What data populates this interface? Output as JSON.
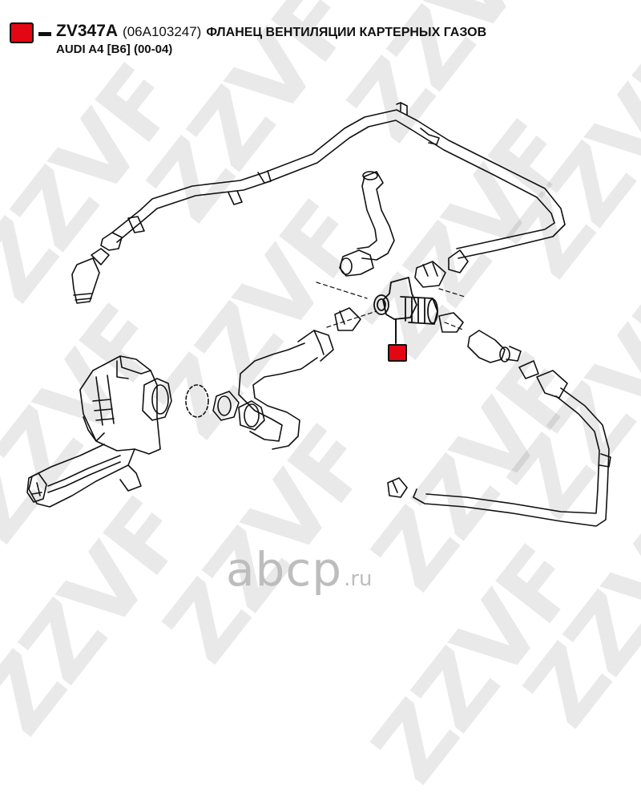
{
  "header": {
    "part_code": "ZV347A",
    "oem_number": "(06A103247)",
    "part_name": "ФЛАНЕЦ ВЕНТИЛЯЦИИ КАРТЕРНЫХ ГАЗОВ",
    "application": "AUDI A4 [B6] (00-04)"
  },
  "watermark": {
    "text": "ZZVF"
  },
  "site_logo": {
    "main": "abcp",
    "suffix": ".ru"
  },
  "colors": {
    "marker": "#e30613",
    "line": "#111111",
    "watermark": "#bdbdbd"
  }
}
